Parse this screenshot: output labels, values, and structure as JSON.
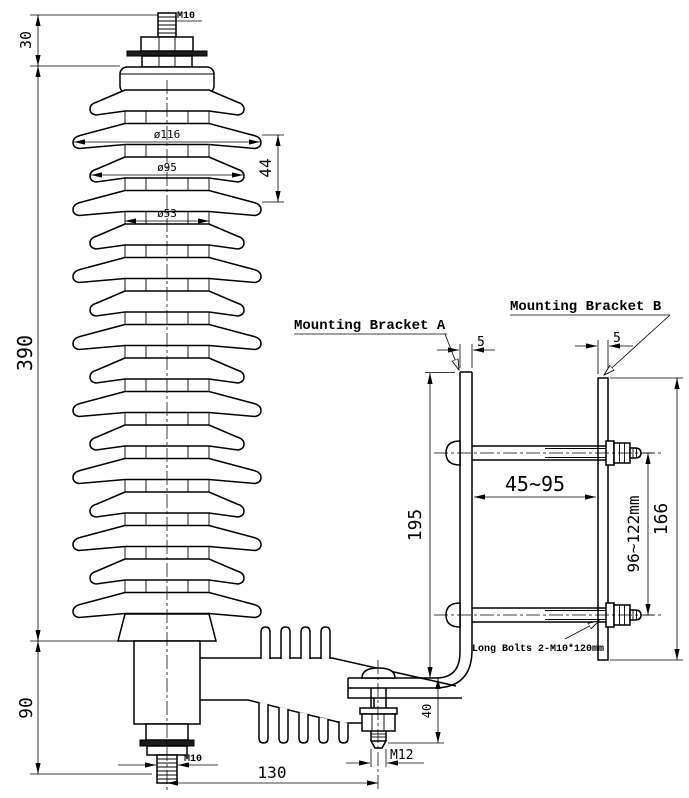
{
  "drawing": {
    "labels": {
      "mounting_bracket_a": "Mounting Bracket A",
      "mounting_bracket_b": "Mounting Bracket B",
      "long_bolts_note": "Long Bolts 2-M10*120mm"
    },
    "dimensions": {
      "top_stud_thread": "M10",
      "cap_height": "30",
      "arrester_length": "390",
      "bottom_section_height": "90",
      "large_shed_diameter": "ø116",
      "small_shed_diameter": "ø95",
      "housing_diameter": "ø53",
      "shed_pitch": "44",
      "bracket_a_thickness": "5",
      "bracket_b_thickness": "5",
      "bracket_a_length": "195",
      "crossarm_range": "45~95",
      "bolt_spacing": "96~122mm",
      "bracket_b_length": "166",
      "flange_bolt_length": "40",
      "terminal_bolt_thread": "M12",
      "bottom_stud_thread": "M10",
      "stud_to_bolt_offset": "130"
    }
  }
}
